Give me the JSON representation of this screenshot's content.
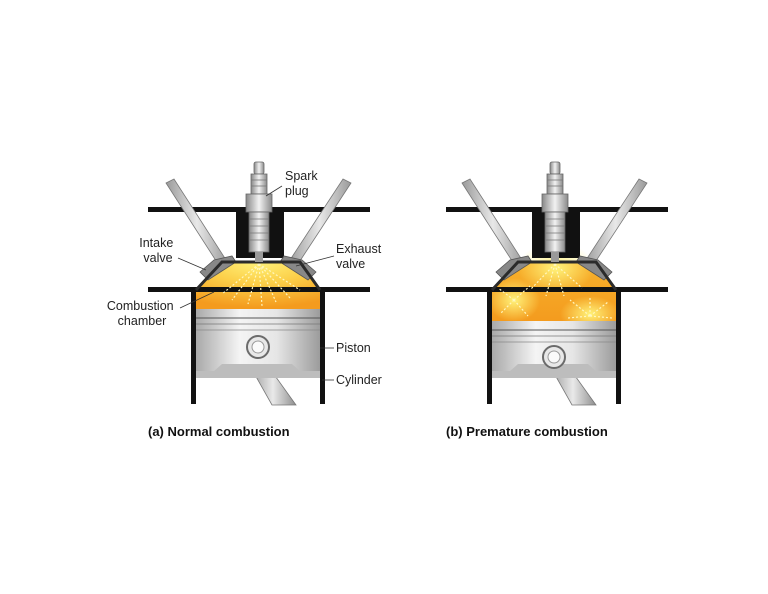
{
  "labels": {
    "spark_plug": [
      "Spark",
      "plug"
    ],
    "intake_valve": [
      "Intake",
      "valve"
    ],
    "exhaust_valve": [
      "Exhaust",
      "valve"
    ],
    "combustion_chamber": [
      "Combustion",
      "chamber"
    ],
    "piston": "Piston",
    "cylinder": "Cylinder"
  },
  "captions": {
    "a": "(a) Normal combustion",
    "b": "(b) Premature combustion"
  },
  "colors": {
    "flame_outer": "#f4a020",
    "flame_inner": "#ffe86a",
    "metal_dark": "#111111",
    "piston_light": "#efefef",
    "piston_shade": "#b9b9b9",
    "arrow": "#fff7c0"
  }
}
